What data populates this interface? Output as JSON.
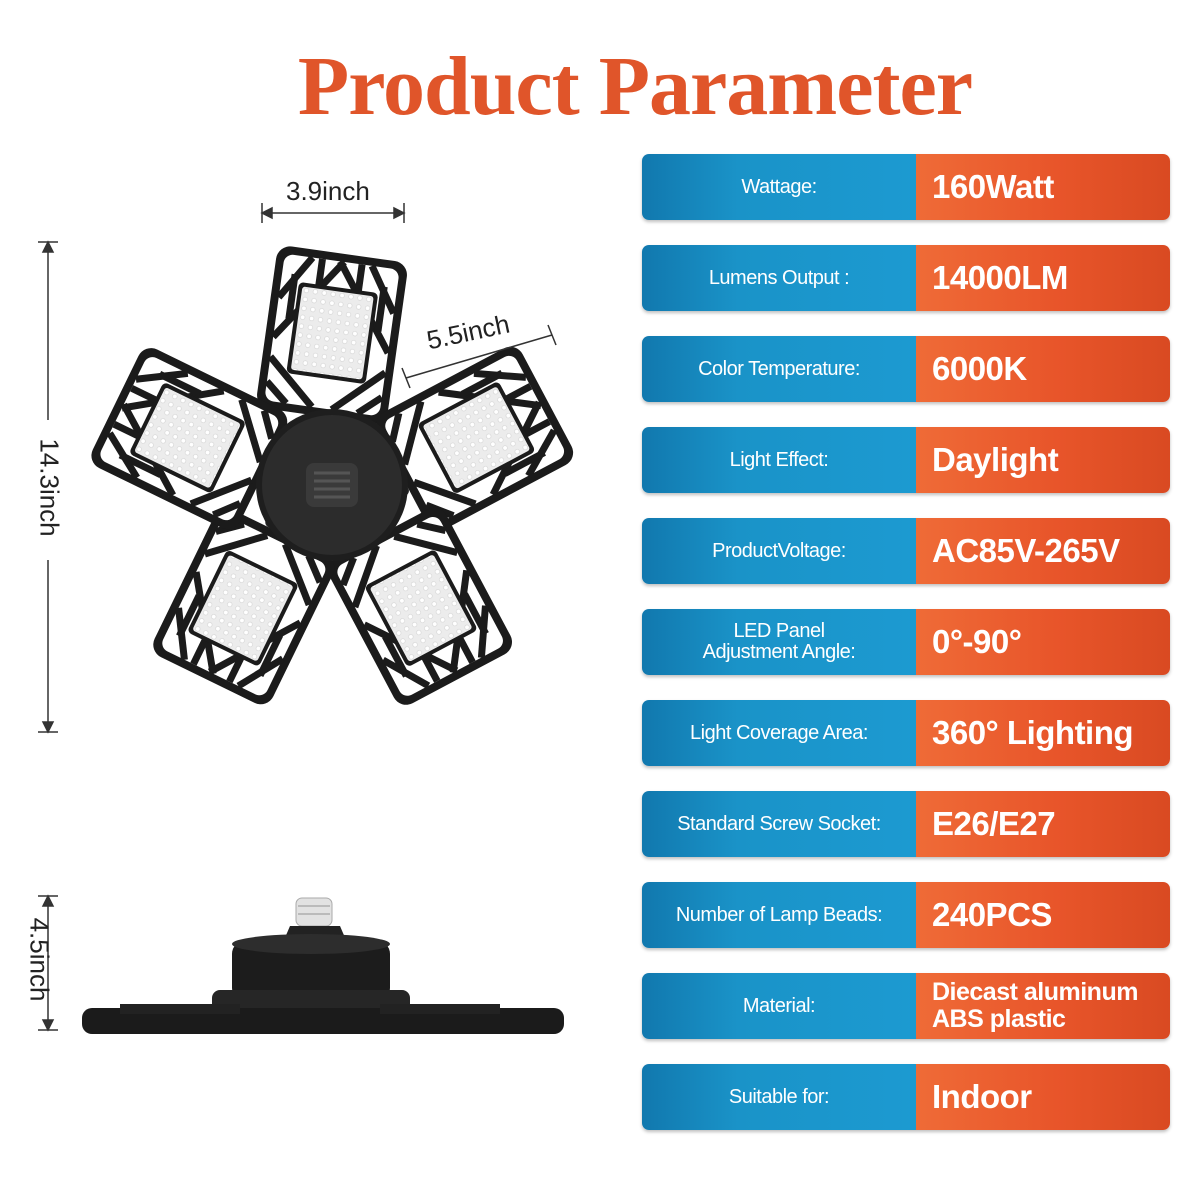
{
  "title": "Product Parameter",
  "dimensions": {
    "top_width": "3.9inch",
    "panel_width": "5.5inch",
    "total_height": "14.3inch",
    "depth": "4.5inch"
  },
  "parameters": [
    {
      "label": "Wattage:",
      "value": "160Watt"
    },
    {
      "label": "Lumens Output :",
      "value": "14000LM"
    },
    {
      "label": "Color Temperature:",
      "value": "6000K"
    },
    {
      "label": "Light Effect:",
      "value": "Daylight"
    },
    {
      "label": "ProductVoltage:",
      "value": "AC85V-265V"
    },
    {
      "label": "LED Panel\nAdjustment Angle:",
      "value": "0°-90°"
    },
    {
      "label": "Light Coverage Area:",
      "value": "360° Lighting"
    },
    {
      "label": "Standard Screw Socket:",
      "value": "E26/E27"
    },
    {
      "label": "Number of Lamp Beads:",
      "value": "240PCS"
    },
    {
      "label": "Material:",
      "value": "Diecast aluminum\nABS plastic"
    },
    {
      "label": "Suitable for:",
      "value": "Indoor"
    }
  ],
  "colors": {
    "title": "#e0552a",
    "label_bg": "#1a93c8",
    "value_bg": "#e8552a"
  }
}
